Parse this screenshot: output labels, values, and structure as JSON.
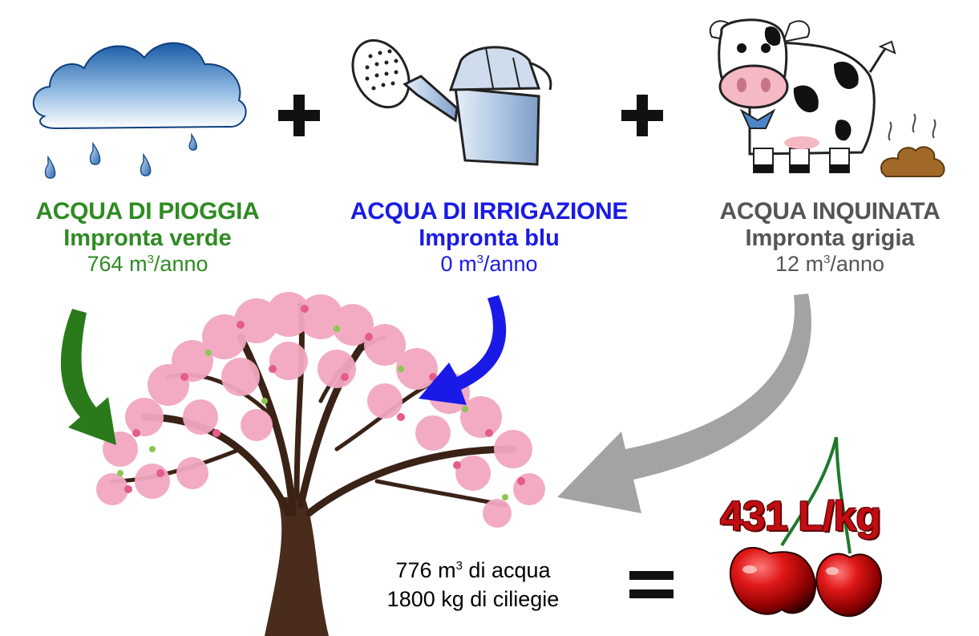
{
  "rain": {
    "title": "ACQUA DI PIOGGIA",
    "footprint": "Impronta verde",
    "value": "764",
    "unit_prefix": "m",
    "unit_exp": "3",
    "unit_suffix": "/anno",
    "color": "#2e8b22"
  },
  "irrigation": {
    "title": "ACQUA DI IRRIGAZIONE",
    "footprint": "Impronta blu",
    "value": "0",
    "unit_prefix": "m",
    "unit_exp": "3",
    "unit_suffix": "/anno",
    "color": "#1a1ae6"
  },
  "polluted": {
    "title": "ACQUA INQUINATA",
    "footprint": "Impronta grigia",
    "value": "12",
    "unit_prefix": "m",
    "unit_exp": "3",
    "unit_suffix": "/anno",
    "color": "#555555"
  },
  "operators": {
    "plus": "+",
    "equals": "="
  },
  "total": {
    "water_value": "776",
    "water_unit_prefix": "m",
    "water_unit_exp": "3",
    "water_suffix": "di acqua",
    "cherries": "1800 kg di ciliegie"
  },
  "result": {
    "label": "431 L/kg",
    "color": "#c20d12"
  },
  "icons": [
    "rain-cloud-icon",
    "watering-can-icon",
    "cow-icon",
    "manure-icon",
    "cherry-tree-icon",
    "cherries-icon"
  ]
}
